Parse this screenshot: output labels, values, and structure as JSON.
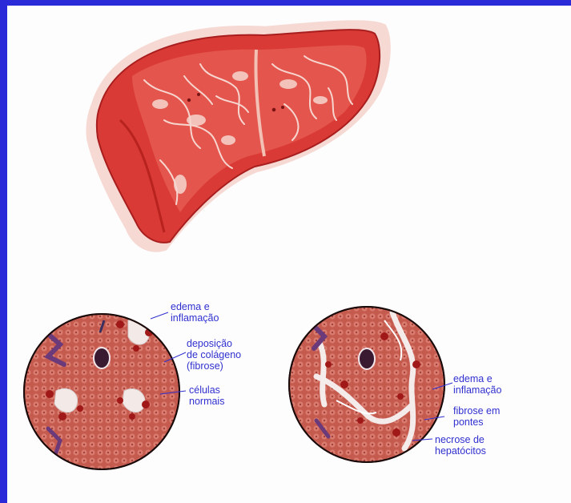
{
  "frame": {
    "color": "#2a2ad8"
  },
  "palette": {
    "liver": "#d93a35",
    "liver_dark": "#a81e1e",
    "tissue": "#c85a50",
    "label": "#3030d0"
  },
  "labels": {
    "left": {
      "edema": [
        "edema e",
        "inflamação"
      ],
      "colageno": [
        "deposição",
        "de colágeno",
        "(fibrose)"
      ],
      "celulas": [
        "células",
        "normais"
      ]
    },
    "right": {
      "edema": [
        "edema e",
        "inflamação"
      ],
      "fibrose": [
        "fibrose em",
        "pontes"
      ],
      "necrose": [
        "necrose de",
        "hepatócitos"
      ]
    }
  }
}
